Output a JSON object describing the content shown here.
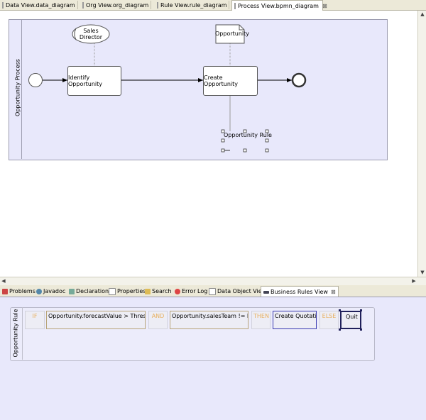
{
  "editor_tabs": [
    {
      "label": "Data View.data_diagram"
    },
    {
      "label": "Org View.org_diagram"
    },
    {
      "label": "Rule View.rule_diagram"
    },
    {
      "label": "Process View.bpmn_diagram",
      "close": "⊠"
    }
  ],
  "diagram": {
    "pool_label": "Opportunity Process",
    "role_label": "Sales Director",
    "task1": "Identify Opportunity",
    "task2": "Create Opportunity",
    "data_object": "Opportunity",
    "rule_label": "Opportunity Rule"
  },
  "view_tabs": [
    {
      "label": "Problems"
    },
    {
      "label": "Javadoc"
    },
    {
      "label": "Declaration"
    },
    {
      "label": "Properties"
    },
    {
      "label": "Search"
    },
    {
      "label": "Error Log"
    },
    {
      "label": "Data Object View"
    },
    {
      "label": "Business Rules View",
      "close": "⊠"
    }
  ],
  "business_rule": {
    "lane_label": "Opportunity Rule",
    "if": "IF",
    "cond1": "Opportunity.forecastValue > Threshold",
    "and": "AND",
    "cond2": "Opportunity.salesTeam != Null",
    "then": "THEN",
    "action": "Create Quotation",
    "else": "ELSE",
    "else_action": "Quit"
  },
  "colors": {
    "pool_fill": "#e8e8fb",
    "keyword": "#e8b060",
    "action_border": "#3a3ab0"
  }
}
